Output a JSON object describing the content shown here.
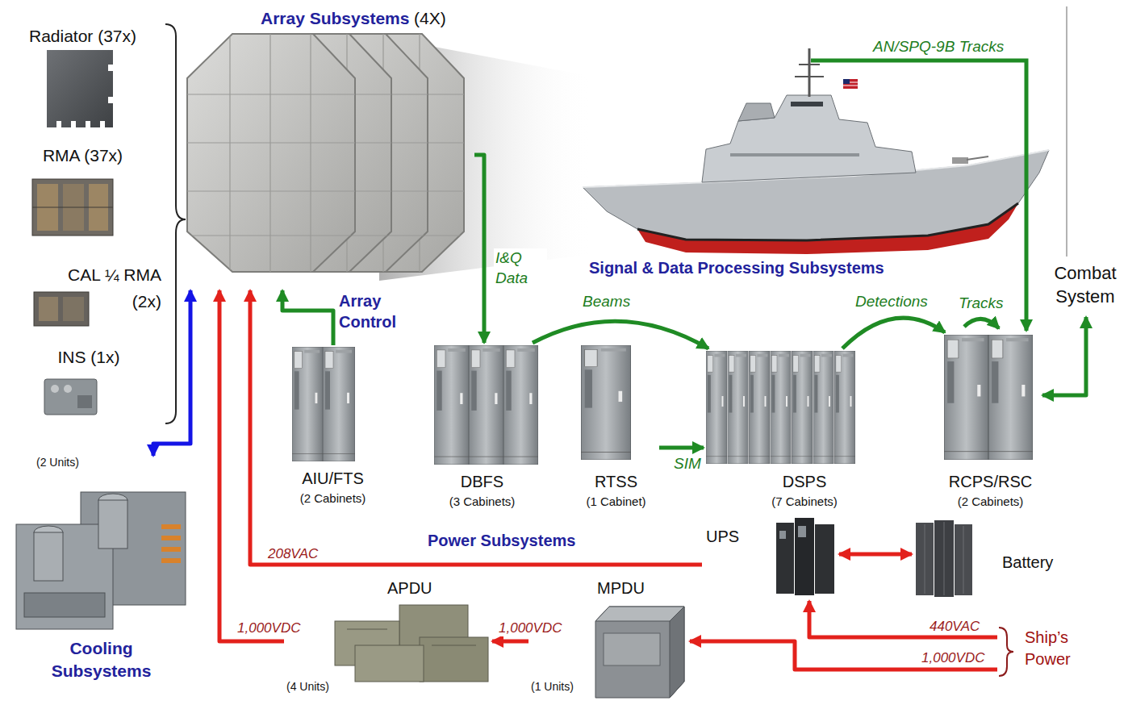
{
  "diagram": {
    "nodes": [
      {
        "text": [
          "Radiator (37x)"
        ]
      },
      {
        "text": [
          "RMA (37x)"
        ]
      },
      {
        "text": [
          "CAL ¼ RMA (2x)"
        ]
      },
      {
        "text": [
          "INS (1x)"
        ]
      },
      {
        "text": [
          "Array Subsystems",
          "(4X)"
        ]
      },
      {
        "text": [
          "AIU/FTS",
          "(2 Cabinets)"
        ]
      },
      {
        "text": [
          "DBFS",
          "(3 Cabinets)"
        ]
      },
      {
        "text": [
          "RTSS",
          "(1 Cabinet)"
        ]
      },
      {
        "text": [
          "DSPS",
          "(7 Cabinets)"
        ]
      },
      {
        "text": [
          "RCPS/RSC",
          "(2 Cabinets)"
        ]
      },
      {
        "text": [
          "Combat System"
        ]
      },
      {
        "text": [
          "(2 Units)",
          "Cooling Subsystems"
        ]
      },
      {
        "text": [
          "UPS"
        ]
      },
      {
        "text": [
          "Battery"
        ]
      },
      {
        "text": [
          "MPDU",
          "(1 Units)"
        ]
      },
      {
        "text": [
          "APDU",
          "(4 Units)"
        ]
      },
      {
        "text": [
          "Ship’s Power"
        ]
      }
    ],
    "edges": [
      {
        "from": 5,
        "to": 4,
        "arrow": "to",
        "label": "Array Control"
      },
      {
        "from": 4,
        "to": 6,
        "arrow": "to",
        "label": "I&Q Data"
      },
      {
        "from": 6,
        "to": 8,
        "arrow": "to",
        "label": "Beams"
      },
      {
        "from": 7,
        "to": 8,
        "arrow": "to",
        "label": "SIM"
      },
      {
        "from": 8,
        "to": 9,
        "arrow": "to",
        "label": "Detections"
      },
      {
        "from": 9,
        "to": 10,
        "arrow": "both"
      },
      {
        "from": 11,
        "to": 4,
        "arrow": "both"
      },
      {
        "from": 12,
        "to": 4,
        "arrow": "to",
        "label": "208VAC"
      },
      {
        "from": 15,
        "to": 4,
        "arrow": "to",
        "label": "1,000VDC"
      },
      {
        "from": 14,
        "to": 15,
        "arrow": "to",
        "label": "1,000VDC"
      },
      {
        "from": 16,
        "to": 12,
        "arrow": "to",
        "label": "440VAC"
      },
      {
        "from": 16,
        "to": 14,
        "arrow": "to",
        "label": "1,000VDC"
      },
      {
        "from": 12,
        "to": 13,
        "arrow": "both"
      }
    ],
    "labels": [
      "Signal & Data Processing Subsystems",
      "Power Subsystems",
      "AN/SPQ-9B Tracks",
      "Tracks"
    ]
  }
}
